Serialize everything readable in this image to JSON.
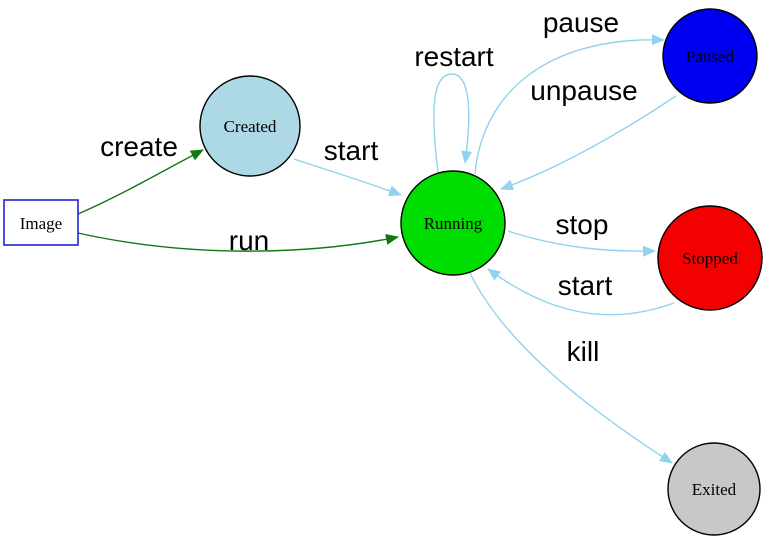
{
  "palette": {
    "background": "#ffffff",
    "edge_blue": "#90d2f0",
    "edge_green": "#117711",
    "node_stroke": "#000000",
    "image_box_stroke": "#2323cc",
    "label_color": "#000000"
  },
  "nodes": {
    "image": {
      "label": "Image",
      "fill": "#ffffff"
    },
    "created": {
      "label": "Created",
      "fill": "#add8e6"
    },
    "running": {
      "label": "Running",
      "fill": "#00dd00"
    },
    "paused": {
      "label": "Paused",
      "fill": "#0000f0"
    },
    "stopped": {
      "label": "Stopped",
      "fill": "#f40000"
    },
    "exited": {
      "label": "Exited",
      "fill": "#c8c8c8"
    }
  },
  "edges": {
    "create": {
      "label": "create",
      "from": "image",
      "to": "created"
    },
    "run": {
      "label": "run",
      "from": "image",
      "to": "running"
    },
    "start_from_created": {
      "label": "start",
      "from": "created",
      "to": "running"
    },
    "restart": {
      "label": "restart",
      "from": "running",
      "to": "running"
    },
    "pause": {
      "label": "pause",
      "from": "running",
      "to": "paused"
    },
    "unpause": {
      "label": "unpause",
      "from": "paused",
      "to": "running"
    },
    "stop": {
      "label": "stop",
      "from": "running",
      "to": "stopped"
    },
    "start_from_stopped": {
      "label": "start",
      "from": "stopped",
      "to": "running"
    },
    "kill": {
      "label": "kill",
      "from": "running",
      "to": "exited"
    }
  }
}
